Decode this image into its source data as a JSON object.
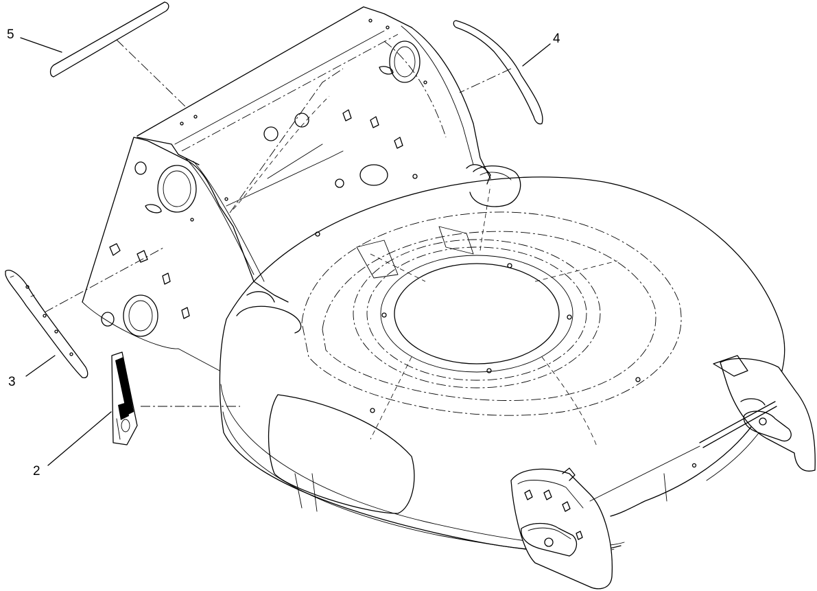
{
  "callouts": [
    {
      "id": "2",
      "label": "2"
    },
    {
      "id": "3",
      "label": "3"
    },
    {
      "id": "4",
      "label": "4"
    },
    {
      "id": "5",
      "label": "5"
    }
  ]
}
